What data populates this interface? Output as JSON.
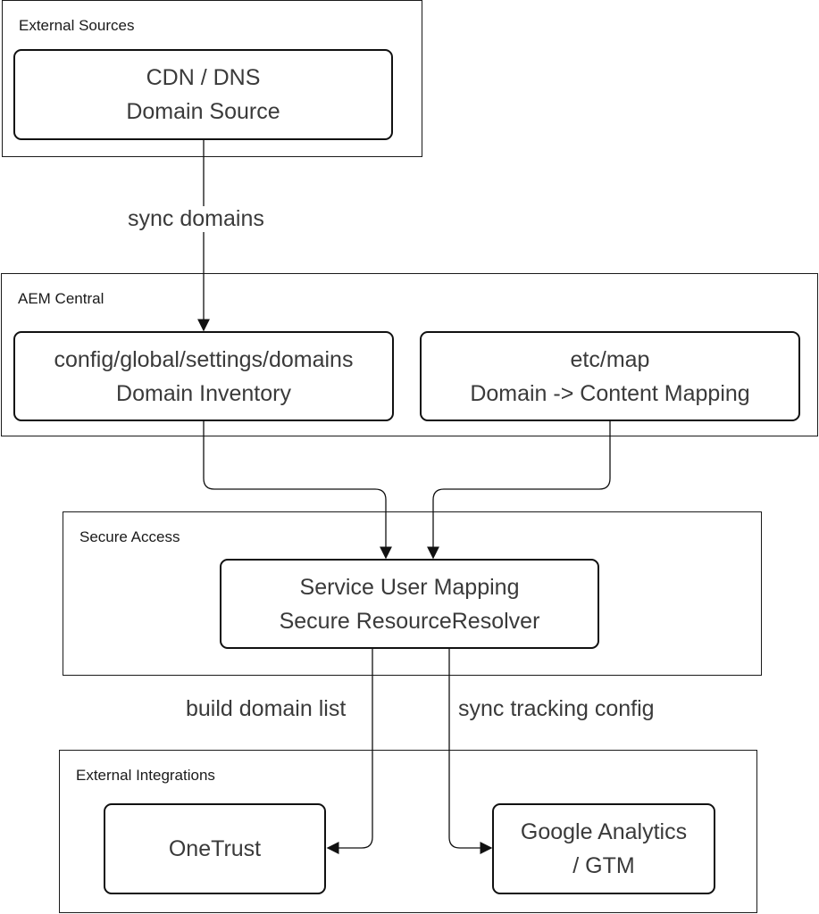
{
  "clusters": {
    "external_sources": "External Sources",
    "aem_central": "AEM Central",
    "secure_access": "Secure Access",
    "external_integrations": "External Integrations"
  },
  "nodes": {
    "cdn": {
      "line1": "CDN / DNS",
      "line2": "Domain Source"
    },
    "domains_config": {
      "line1": "config/global/settings/domains",
      "line2": "Domain Inventory"
    },
    "etc_map": {
      "line1": "etc/map",
      "line2": "Domain -> Content Mapping"
    },
    "service_user": {
      "line1": "Service User Mapping",
      "line2": "Secure ResourceResolver"
    },
    "onetrust": {
      "line1": "OneTrust"
    },
    "ga": {
      "line1": "Google Analytics",
      "line2": "/ GTM"
    }
  },
  "edges": {
    "sync_domains": "sync domains",
    "build_domain_list": "build domain list",
    "sync_tracking_config": "sync tracking config"
  }
}
